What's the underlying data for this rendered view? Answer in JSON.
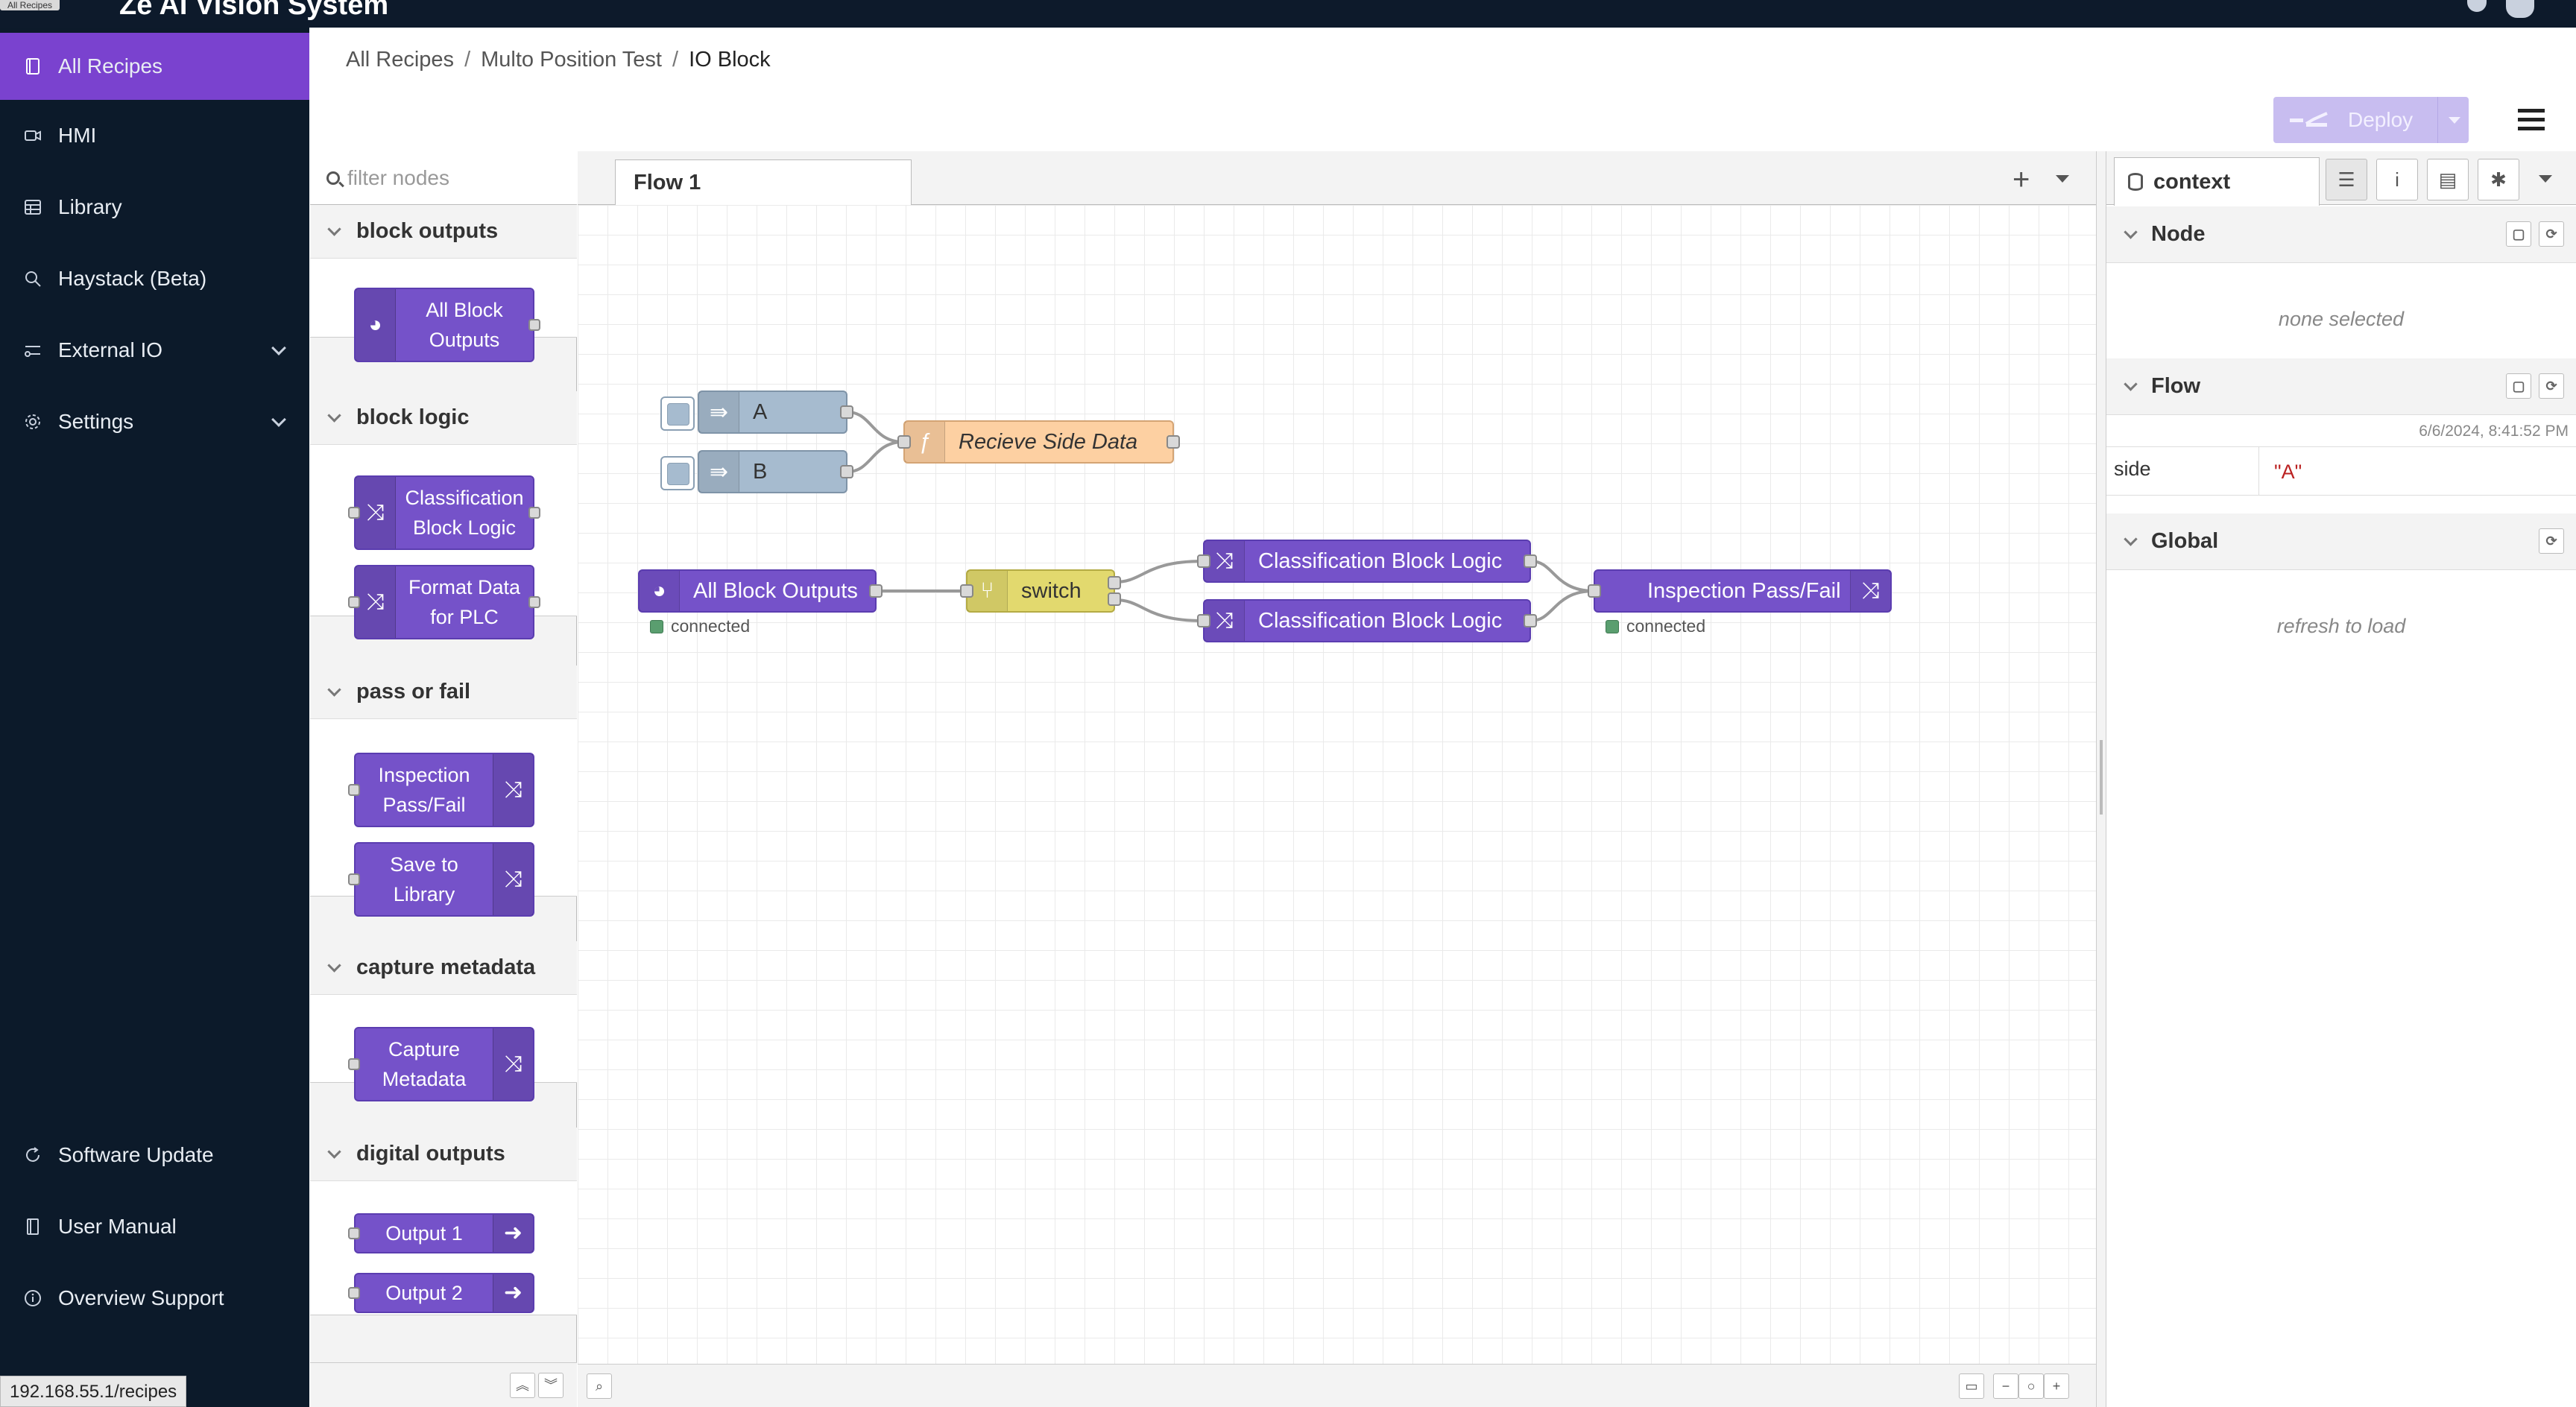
{
  "topbar": {
    "tooltip": "All Recipes",
    "app_title": "Ze AI Vision System"
  },
  "nav": {
    "items": [
      {
        "label": "All Recipes",
        "icon": "recipes-icon",
        "active": true
      },
      {
        "label": "HMI",
        "icon": "camera-icon"
      },
      {
        "label": "Library",
        "icon": "grid-icon"
      },
      {
        "label": "Haystack (Beta)",
        "icon": "search-icon"
      },
      {
        "label": "External IO",
        "icon": "io-icon",
        "expandable": true
      },
      {
        "label": "Settings",
        "icon": "gear-icon",
        "expandable": true
      }
    ],
    "bottom_items": [
      {
        "label": "Software Update",
        "icon": "refresh-icon"
      },
      {
        "label": "User Manual",
        "icon": "book-icon"
      },
      {
        "label": "Overview Support",
        "icon": "info-icon"
      }
    ],
    "url_tooltip": "192.168.55.1/recipes"
  },
  "breadcrumb": {
    "items": [
      "All Recipes",
      "Multo Position Test",
      "IO Block"
    ],
    "separator": "/"
  },
  "toolbar": {
    "deploy_label": "Deploy"
  },
  "palette": {
    "filter_placeholder": "filter nodes",
    "categories": [
      {
        "name": "block outputs",
        "nodes": [
          "All Block Outputs"
        ]
      },
      {
        "name": "block logic",
        "nodes": [
          "Classification Block Logic",
          "Format Data for PLC"
        ]
      },
      {
        "name": "pass or fail",
        "nodes": [
          "Inspection Pass/Fail",
          "Save to Library"
        ]
      },
      {
        "name": "capture metadata",
        "nodes": [
          "Capture Metadata"
        ]
      },
      {
        "name": "digital outputs",
        "nodes": [
          "Output 1",
          "Output 2"
        ]
      }
    ]
  },
  "workspace": {
    "tabs": [
      {
        "label": "Flow 1"
      }
    ],
    "nodes": {
      "inject_a": "A",
      "inject_b": "B",
      "function": "Recieve Side Data",
      "all_block_outputs": "All Block Outputs",
      "switch": "switch",
      "classification_1": "Classification Block Logic",
      "classification_2": "Classification Block Logic",
      "pass_fail": "Inspection Pass/Fail"
    },
    "status": {
      "all_block_outputs": "connected",
      "pass_fail": "connected"
    }
  },
  "sidebar": {
    "active_tab": "context",
    "sections": {
      "node": {
        "title": "Node",
        "empty": "none selected"
      },
      "flow": {
        "title": "Flow",
        "timestamp": "6/6/2024, 8:41:52 PM",
        "rows": [
          {
            "key": "side",
            "value": "\"A\""
          }
        ]
      },
      "global": {
        "title": "Global",
        "empty": "refresh to load"
      }
    }
  },
  "colors": {
    "nav_bg": "#0c1a2a",
    "nav_active": "#7a42cf",
    "node_purple": "#7552c9",
    "inject_node": "#a6bbcf",
    "function_node": "#fdd0a2",
    "switch_node": "#e2d96e",
    "status_connected": "#5a9e6f"
  }
}
